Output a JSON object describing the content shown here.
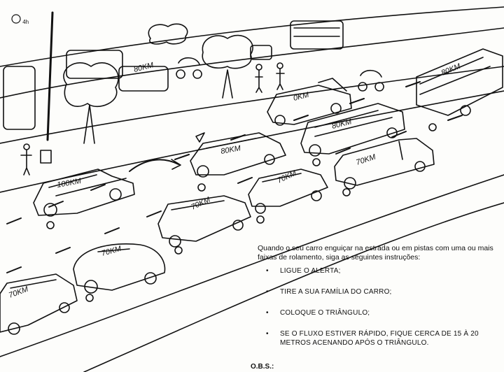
{
  "scene": {
    "corner_sign": "4h",
    "car_labels": [
      "80KM",
      "0KM",
      "80KM",
      "80KM",
      "100KM",
      "80KM",
      "70KM",
      "70KM",
      "70KM",
      "70KM",
      "70KM"
    ]
  },
  "instructions": {
    "intro": "Quando o seu carro enguiçar na estrada ou em pistas com uma ou mais faixas de rolamento, siga as seguintes instruções:",
    "items": [
      "LIGUE O ALERTA;",
      "TIRE A SUA FAMÍLIA DO CARRO;",
      "COLOQUE O TRIÂNGULO;",
      "SE O FLUXO ESTIVER RÁPIDO, FIQUE CERCA DE 15 À 20 METROS ACENANDO APÓS O TRIÂNGULO."
    ],
    "bullet": "•",
    "obs": "O.B.S.:"
  }
}
